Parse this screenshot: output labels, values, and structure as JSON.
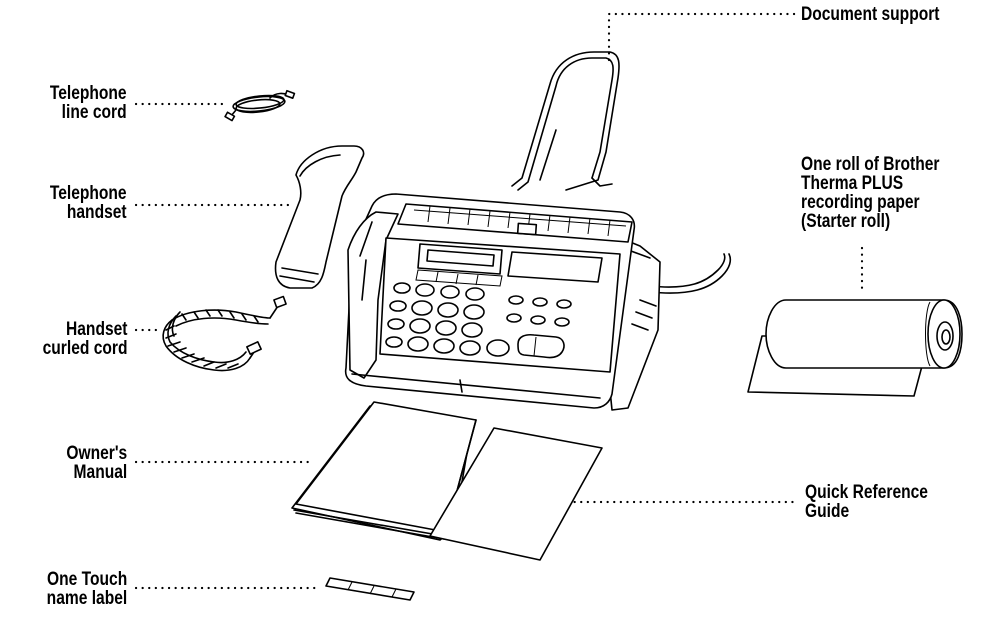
{
  "labels": {
    "document_support": "Document support",
    "telephone_line_cord": [
      "Telephone",
      "line cord"
    ],
    "telephone_handset": [
      "Telephone",
      "handset"
    ],
    "handset_curled_cord": [
      "Handset",
      "curled cord"
    ],
    "owners_manual": [
      "Owner's",
      "Manual"
    ],
    "one_touch_name_label": [
      "One Touch",
      "name label"
    ],
    "recording_paper": [
      "One roll of Brother",
      "Therma PLUS",
      "recording paper",
      "(Starter roll)"
    ],
    "quick_reference_guide": [
      "Quick Reference",
      "Guide"
    ]
  }
}
